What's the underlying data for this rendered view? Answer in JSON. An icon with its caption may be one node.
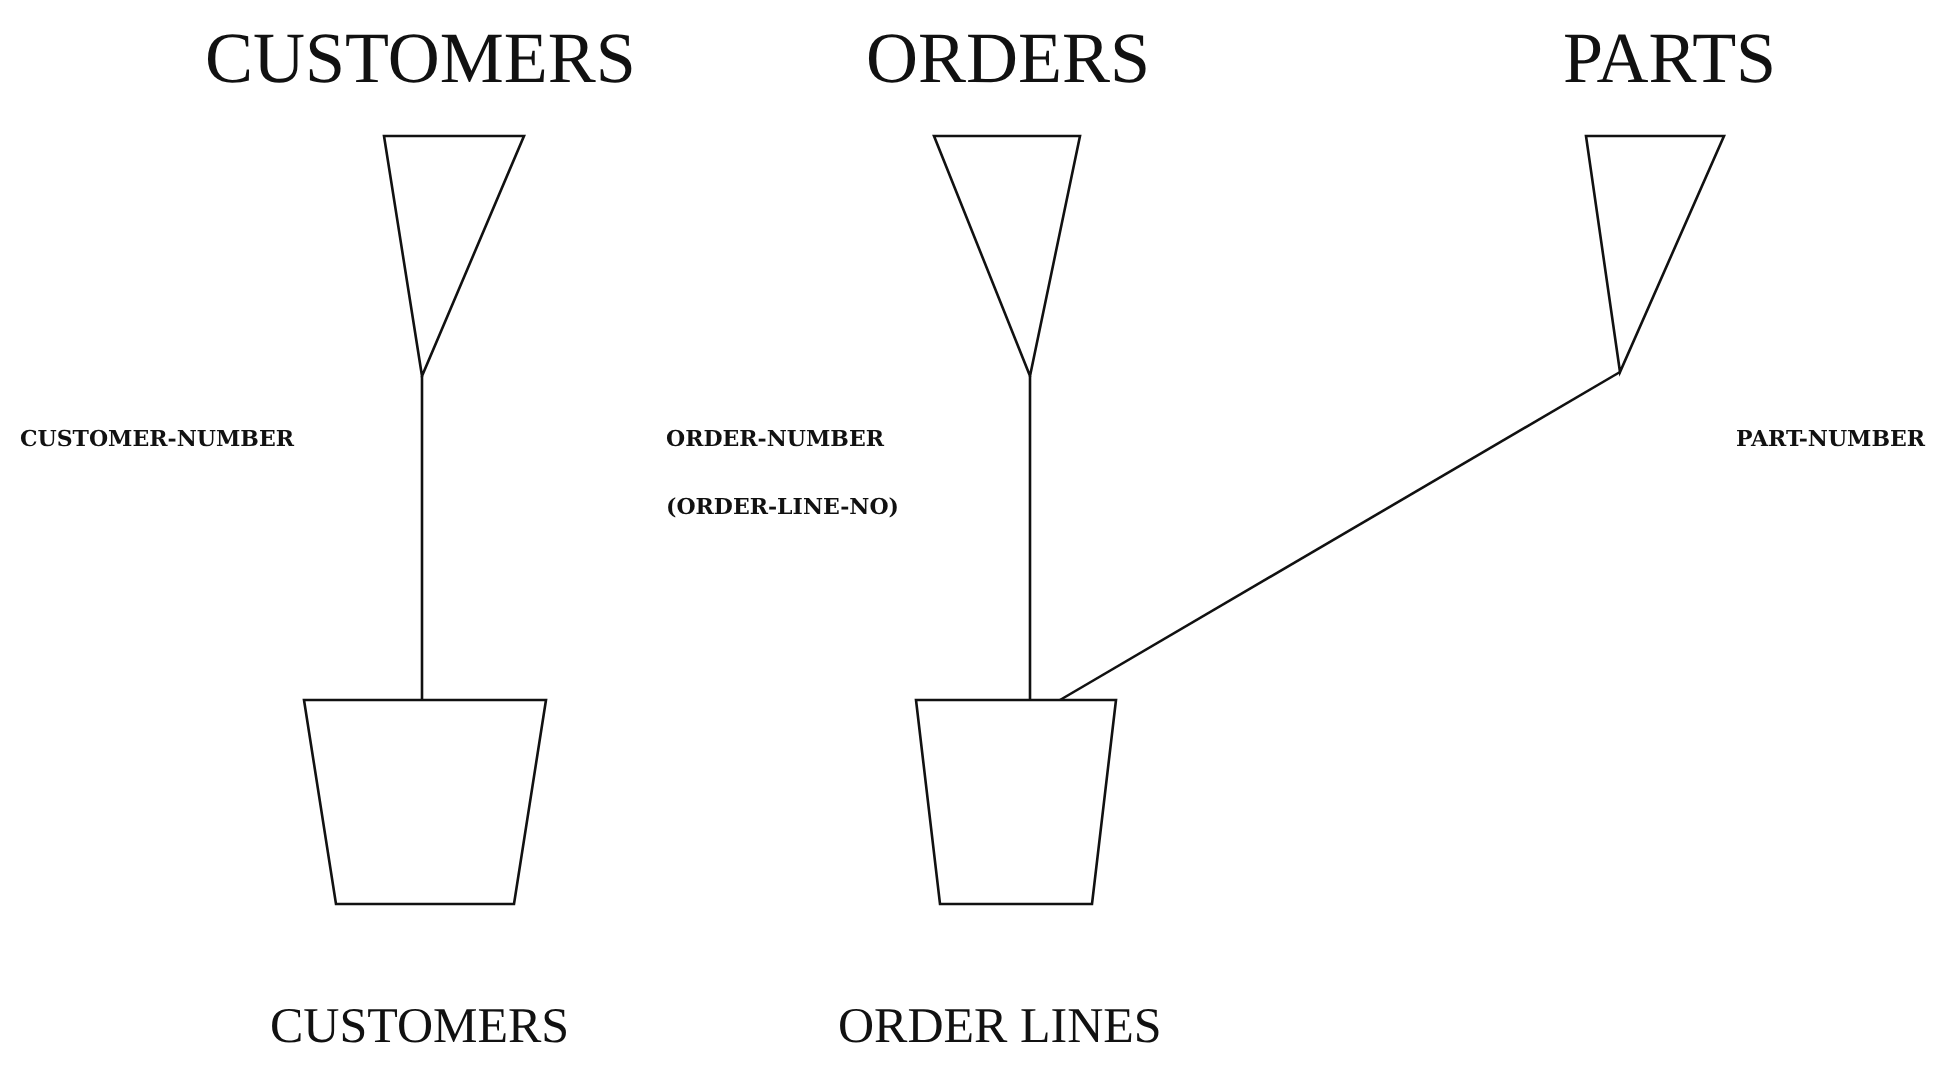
{
  "diagram": {
    "nodes": [
      {
        "text": [
          "CUSTOMERS"
        ]
      },
      {
        "text": [
          "ORDERS"
        ]
      },
      {
        "text": [
          "PARTS"
        ]
      },
      {
        "text": [
          "CUSTOMERS"
        ]
      },
      {
        "text": [
          "ORDER LINES"
        ]
      }
    ],
    "edges": [
      {
        "from": 0,
        "to": 3,
        "arrow": "none"
      },
      {
        "from": 1,
        "to": 4,
        "arrow": "none"
      },
      {
        "from": 2,
        "to": 4,
        "arrow": "none"
      }
    ],
    "labels": [
      "CUSTOMER-NUMBER",
      "ORDER-NUMBER",
      "(ORDER-LINE-NO)",
      "PART-NUMBER"
    ]
  }
}
